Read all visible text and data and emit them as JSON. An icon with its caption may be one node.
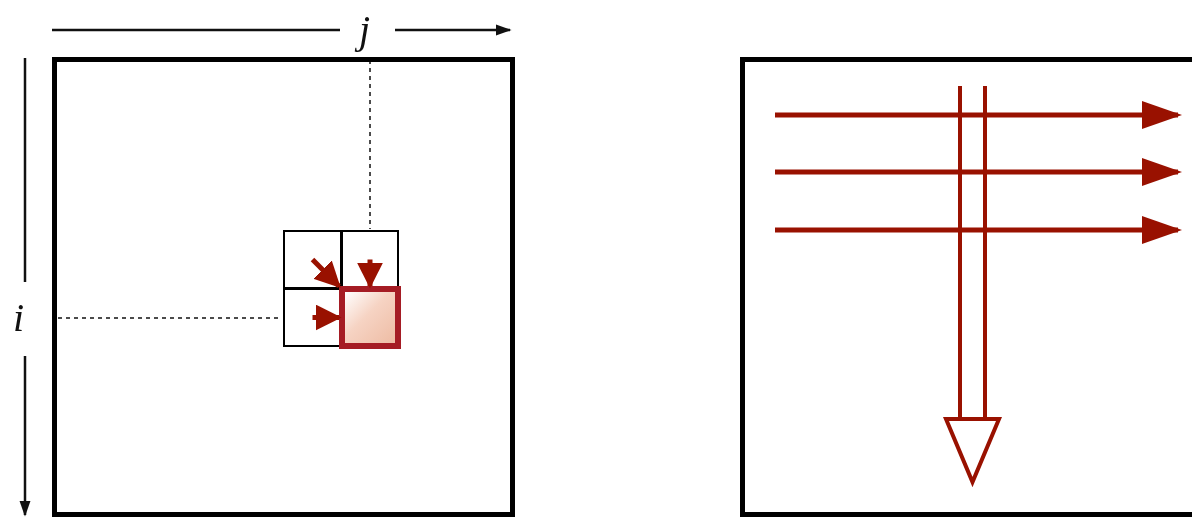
{
  "diagram": {
    "nodes": [
      {
        "text": [],
        "shape": "box"
      },
      {
        "text": [],
        "shape": "box",
        "in": 0
      },
      {
        "text": [],
        "shape": "box",
        "in": 0
      },
      {
        "text": [],
        "shape": "box",
        "in": 0
      },
      {
        "text": [],
        "shape": "box",
        "in": 0
      },
      {
        "text": [],
        "shape": "box"
      }
    ],
    "edges": [
      {
        "from": 1,
        "to": 4,
        "arrow": "to"
      },
      {
        "from": 2,
        "to": 4,
        "arrow": "to"
      },
      {
        "from": 3,
        "to": 4,
        "arrow": "to"
      }
    ],
    "labels": [
      "j",
      "i"
    ]
  }
}
